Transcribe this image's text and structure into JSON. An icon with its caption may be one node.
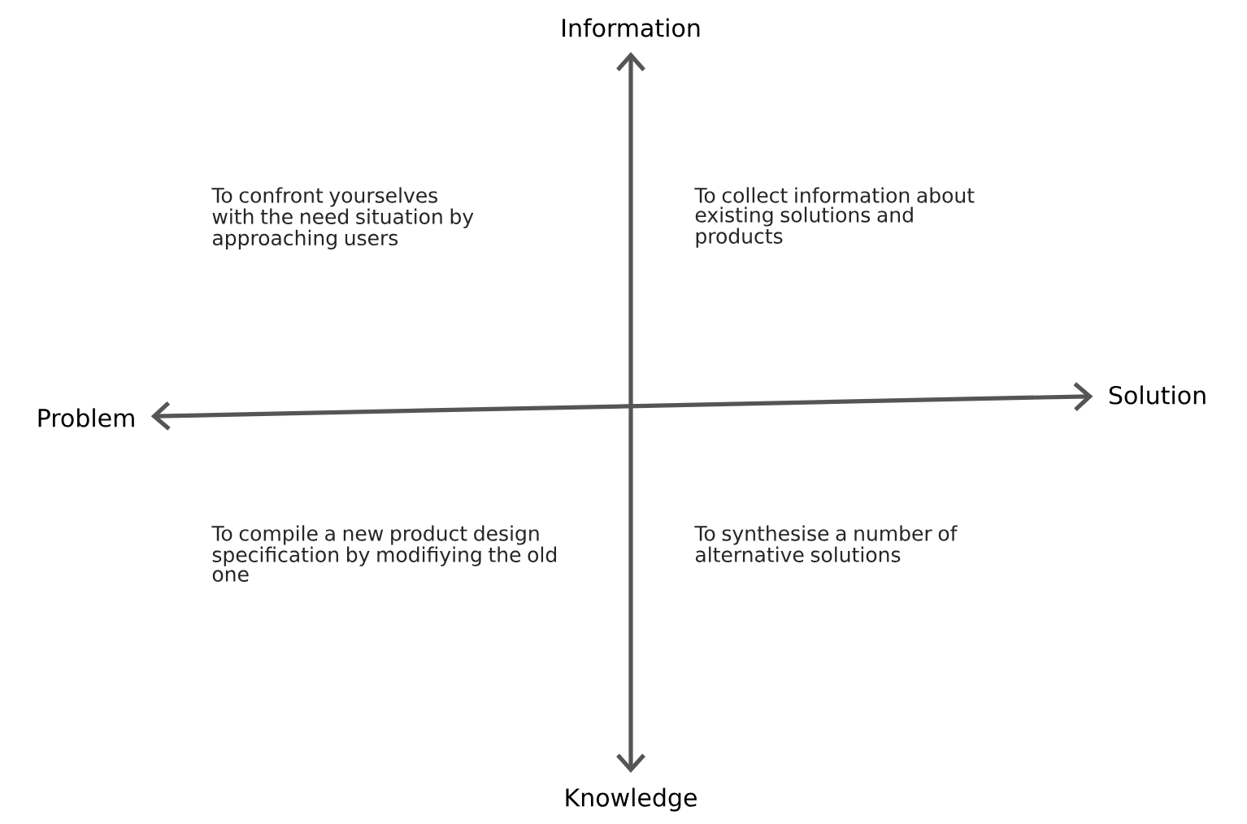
{
  "diagram": {
    "nodes": [
      {
        "text": [
          "Information"
        ]
      },
      {
        "text": [
          "Knowledge"
        ]
      },
      {
        "text": [
          "Problem"
        ]
      },
      {
        "text": [
          "Solution"
        ]
      }
    ],
    "edges": [
      {
        "from": 0,
        "to": 1,
        "arrow": "both"
      },
      {
        "from": 2,
        "to": 3,
        "arrow": "both"
      }
    ],
    "labels": [
      "To confront yourselves with the need situation by approaching users",
      "To collect information about existing solutions and products",
      "To compile a new product design specification by modifiying the old one",
      "To synthesise a number of alternative solutions"
    ]
  }
}
